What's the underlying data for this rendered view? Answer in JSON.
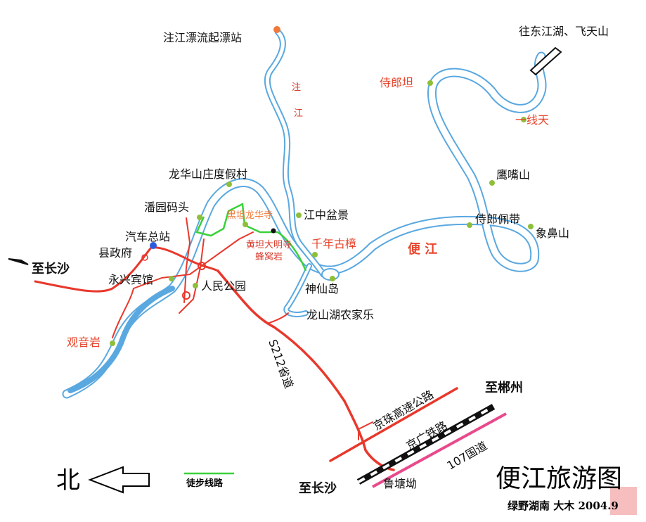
{
  "map": {
    "title": "便江旅游图",
    "credit": "绿野湖南  大木  2004.9",
    "north_label": "北",
    "legend_hiking": "徒步线路",
    "colors": {
      "river": "#5aa8e0",
      "road": "#e8382c",
      "trail": "#3ad13a",
      "highway107": "#e84a8c",
      "poi": "#8fbf3a"
    },
    "river_labels": {
      "zhujiang_1": "注",
      "zhujiang_2": "江",
      "bianjiang": "便 江"
    },
    "roads": {
      "s212": "S212省道",
      "jingzhu": "京珠高速公路",
      "jingguang": "京广铁路",
      "g107": "107国道"
    },
    "directions": {
      "to_changsha_west": "至长沙",
      "to_changsha_south": "至长沙",
      "to_chenzhou": "至郴州",
      "to_dongjiang": "往东江湖、飞天山"
    },
    "places": {
      "rafting_start": "注江漂流起漂站",
      "shilangtan": "侍郎坦",
      "yixiantian": "一线天",
      "yingzuishan": "鹰嘴山",
      "shilangpeidai": "侍郎佩带",
      "xiangbishan": "象鼻山",
      "longhua_resort": "龙华山庄度假村",
      "panyuan_pier": "潘园码头",
      "bus_station": "汽车总站",
      "county_gov": "县政府",
      "yongxing_hotel": "永兴宾馆",
      "peoples_park": "人民公园",
      "heitan_temple": "黑坦龙华寺",
      "huangtan_temple": "黄坦大明寺",
      "fengwoyan": "蜂窝岩",
      "jiangzhong_bonsai": "江中盆景",
      "qiannian_camphor": "千年古樟",
      "shenxian_island": "神仙岛",
      "longshanhu_farm": "龙山湖农家乐",
      "guanyinyan": "观音岩",
      "lutangao": "鲁塘坳"
    }
  }
}
